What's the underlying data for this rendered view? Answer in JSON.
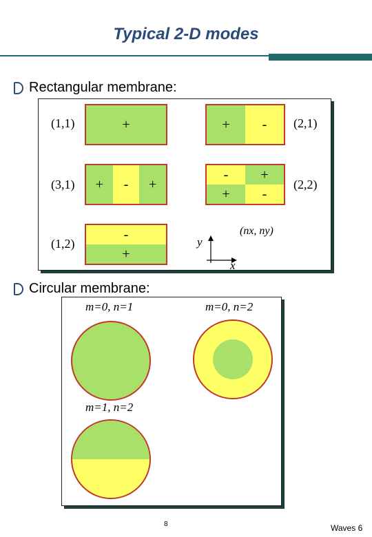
{
  "slide": {
    "title": "Typical 2-D modes",
    "page_number": "8",
    "footer_text": "Waves 6"
  },
  "rectangular": {
    "bullet_label": "Rectangular membrane:",
    "modes": [
      {
        "label": "(1,1)",
        "signs": [
          "+"
        ]
      },
      {
        "label": "(2,1)",
        "signs": [
          "+",
          "-"
        ]
      },
      {
        "label": "(3,1)",
        "signs": [
          "+",
          "-",
          "+"
        ]
      },
      {
        "label": "(2,2)",
        "signs": [
          "-",
          "+",
          "+",
          "-"
        ]
      },
      {
        "label": "(1,2)",
        "signs": [
          "-",
          "+"
        ]
      }
    ],
    "axes": {
      "y_label": "y",
      "x_label": "x",
      "tuple_label": "(nx, ny)"
    }
  },
  "circular": {
    "bullet_label": "Circular membrane:",
    "modes": [
      {
        "label": "m=0, n=1"
      },
      {
        "label": "m=0, n=2"
      },
      {
        "label": "m=1, n=2"
      }
    ]
  },
  "colors": {
    "green": "#a8e06a",
    "yellow": "#ffff66",
    "border": "#c0392b",
    "title": "#2a4a7a"
  }
}
